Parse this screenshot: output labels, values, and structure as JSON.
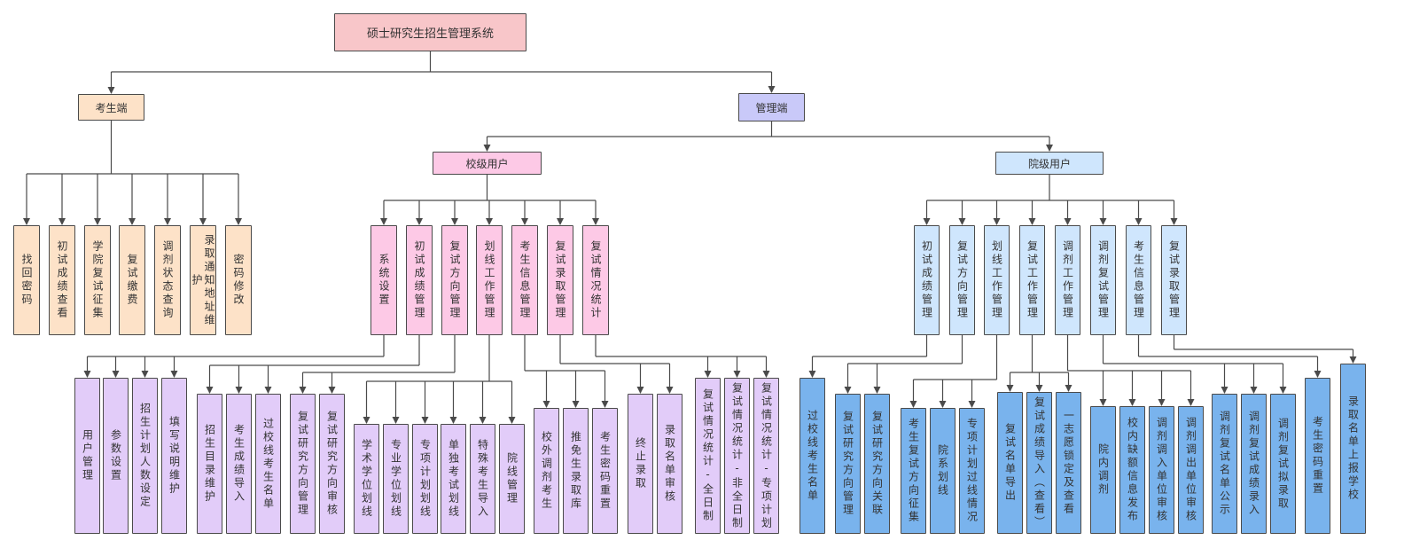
{
  "colors": {
    "root": "#f8c6c9",
    "candidate": "#fde2c8",
    "admin": "#c9c9f9",
    "school": "#fdc9e6",
    "school_leaf": "#e2ccf9",
    "college": "#cfe6fd",
    "college_leaf": "#79b3ed",
    "line": "#4a4a4a"
  },
  "root": "硕士研究生招生管理系统",
  "candidate": {
    "label": "考生端",
    "items": [
      "找回密码",
      "初试成绩查看",
      "学院复试征集",
      "复试缴费",
      "调剂状态查询",
      "录取通知地址维护",
      "密码修改"
    ]
  },
  "admin": {
    "label": "管理端",
    "school": {
      "label": "校级用户",
      "modules": [
        {
          "label": "系统设置",
          "children": [
            "用户管理",
            "参数设置",
            "招生计划人数设定",
            "填写说明维护"
          ]
        },
        {
          "label": "初试成绩管理",
          "children": [
            "招生目录维护",
            "考生成绩导入",
            "过校线考生名单"
          ]
        },
        {
          "label": "复试方向管理",
          "children": [
            "复试研究方向管理",
            "复试研究方向审核"
          ]
        },
        {
          "label": "划线工作管理",
          "children": [
            "学术学位划线",
            "专业学位划线",
            "专项计划划线",
            "单独考试划线",
            "特殊考生导入",
            "院线管理"
          ]
        },
        {
          "label": "考生信息管理",
          "children": [
            "校外调剂考生",
            "推免生录取库",
            "考生密码重置"
          ]
        },
        {
          "label": "复试录取管理",
          "children": [
            "终止录取",
            "录取名单审核"
          ]
        },
        {
          "label": "复试情况统计",
          "children": [
            "复试情况统计-全日制",
            "复试情况统计-非全日制",
            "复试情况统计-专项计划"
          ]
        }
      ]
    },
    "college": {
      "label": "院级用户",
      "modules": [
        {
          "label": "初试成绩管理",
          "children": [
            "过校线考生名单"
          ]
        },
        {
          "label": "复试方向管理",
          "children": [
            "复试研究方向管理",
            "复试研究方向关联"
          ]
        },
        {
          "label": "划线工作管理",
          "children": [
            "考生复试方向征集",
            "院系划线",
            "专项计划过线情况"
          ]
        },
        {
          "label": "复试工作管理",
          "children": [
            "复试名单导出",
            "复试成绩导入（查看）",
            "一志愿锁定及查看"
          ]
        },
        {
          "label": "调剂工作管理",
          "children": [
            "院内调剂",
            "校内缺额信息发布",
            "调剂调入单位审核",
            "调剂调出单位审核"
          ]
        },
        {
          "label": "调剂复试管理",
          "children": [
            "调剂复试名单公示",
            "调剂复试成绩录入",
            "调剂复试拟录取"
          ]
        },
        {
          "label": "考生信息管理",
          "children": [
            "考生密码重置"
          ]
        },
        {
          "label": "复试录取管理",
          "children": [
            "录取名单上报学校"
          ]
        }
      ]
    }
  }
}
